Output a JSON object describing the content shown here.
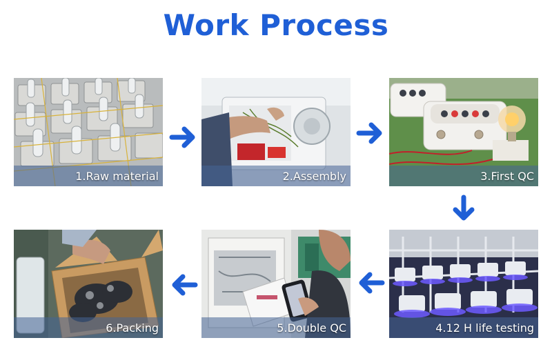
{
  "title": "Work Process",
  "accent_color": "#1f5fd6",
  "steps": [
    {
      "label": "1.Raw material"
    },
    {
      "label": "2.Assembly"
    },
    {
      "label": "3.First QC"
    },
    {
      "label": "4.12 H life testing"
    },
    {
      "label": "5.Double QC"
    },
    {
      "label": "6.Packing"
    }
  ],
  "arrows": [
    "arrow-right-icon",
    "arrow-right-icon",
    "arrow-down-icon",
    "arrow-left-icon",
    "arrow-left-icon"
  ]
}
